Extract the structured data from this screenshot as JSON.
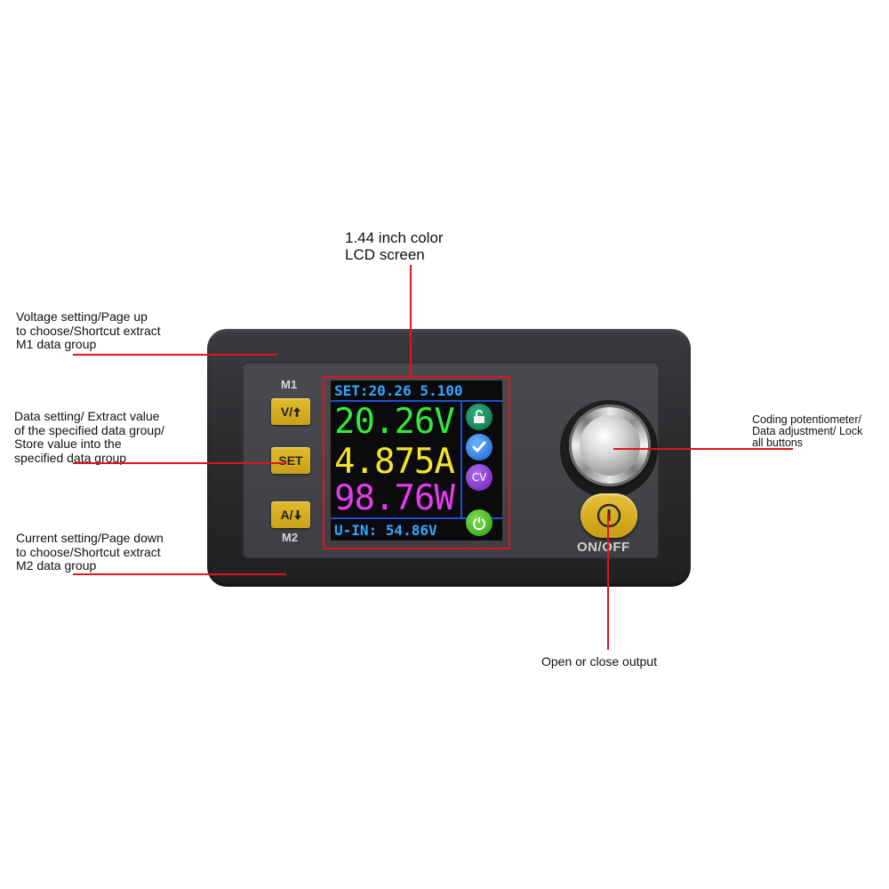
{
  "callouts": {
    "screen": "1.44 inch color\nLCD screen",
    "voltage_button": "Voltage setting/Page up\nto choose/Shortcut extract\nM1 data group",
    "set_button": "Data setting/ Extract value\nof the specified data group/\nStore value into the\nspecified data group",
    "current_button": "Current setting/Page down\nto choose/Shortcut extract\nM2 data group",
    "encoder": "Coding potentiometer/\nData adjustment/ Lock\nall buttons",
    "power_button": "Open or close output"
  },
  "buttons": {
    "m1_caption": "M1",
    "voltage_label": "V/",
    "set_label": "SET",
    "current_label": "A/",
    "m2_caption": "M2",
    "power_label": "ON/OFF"
  },
  "lcd": {
    "set_line": "SET:20.26 5.100",
    "voltage": "20.26V",
    "current": "4.875A",
    "power": "98.76W",
    "input_line": "U-IN: 54.86V",
    "mode": "CV",
    "colors": {
      "voltage": "#35e63a",
      "current": "#f4e32a",
      "power": "#e23cf0",
      "header": "#34a7ff"
    },
    "icons": [
      "lock-icon",
      "check-icon",
      "cv-icon",
      "power-on-icon"
    ]
  },
  "accent_color": "#e0141e",
  "button_color": "#d9b124"
}
